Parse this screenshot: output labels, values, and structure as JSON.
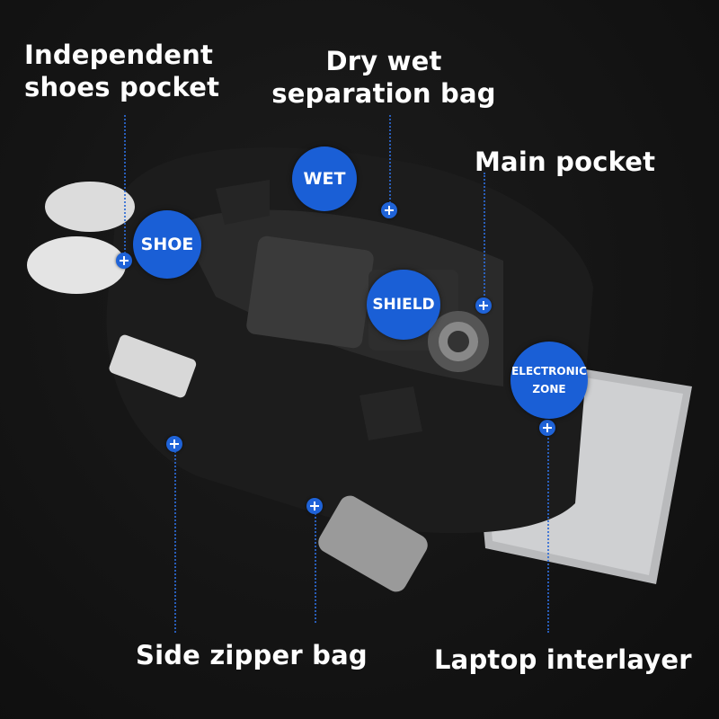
{
  "callouts": {
    "shoes_pocket": "Independent\nshoes pocket",
    "shoes_pocket_line1": "Independent",
    "shoes_pocket_line2": "shoes pocket",
    "dry_wet_line1": "Dry wet",
    "dry_wet_line2": "separation bag",
    "main_pocket": "Main pocket",
    "side_zipper": "Side zipper bag",
    "laptop_interlayer": "Laptop interlayer"
  },
  "bubbles": {
    "wet": "WET",
    "shoe": "SHOE",
    "shield": "SHIELD",
    "electronic_line1": "ELECTRONIC",
    "electronic_line2": "ZONE"
  },
  "colors": {
    "background": "#111111",
    "accent_blue": "#1a5fd6",
    "text": "#ffffff"
  },
  "icons": {
    "marker": "plus-circle-icon"
  }
}
